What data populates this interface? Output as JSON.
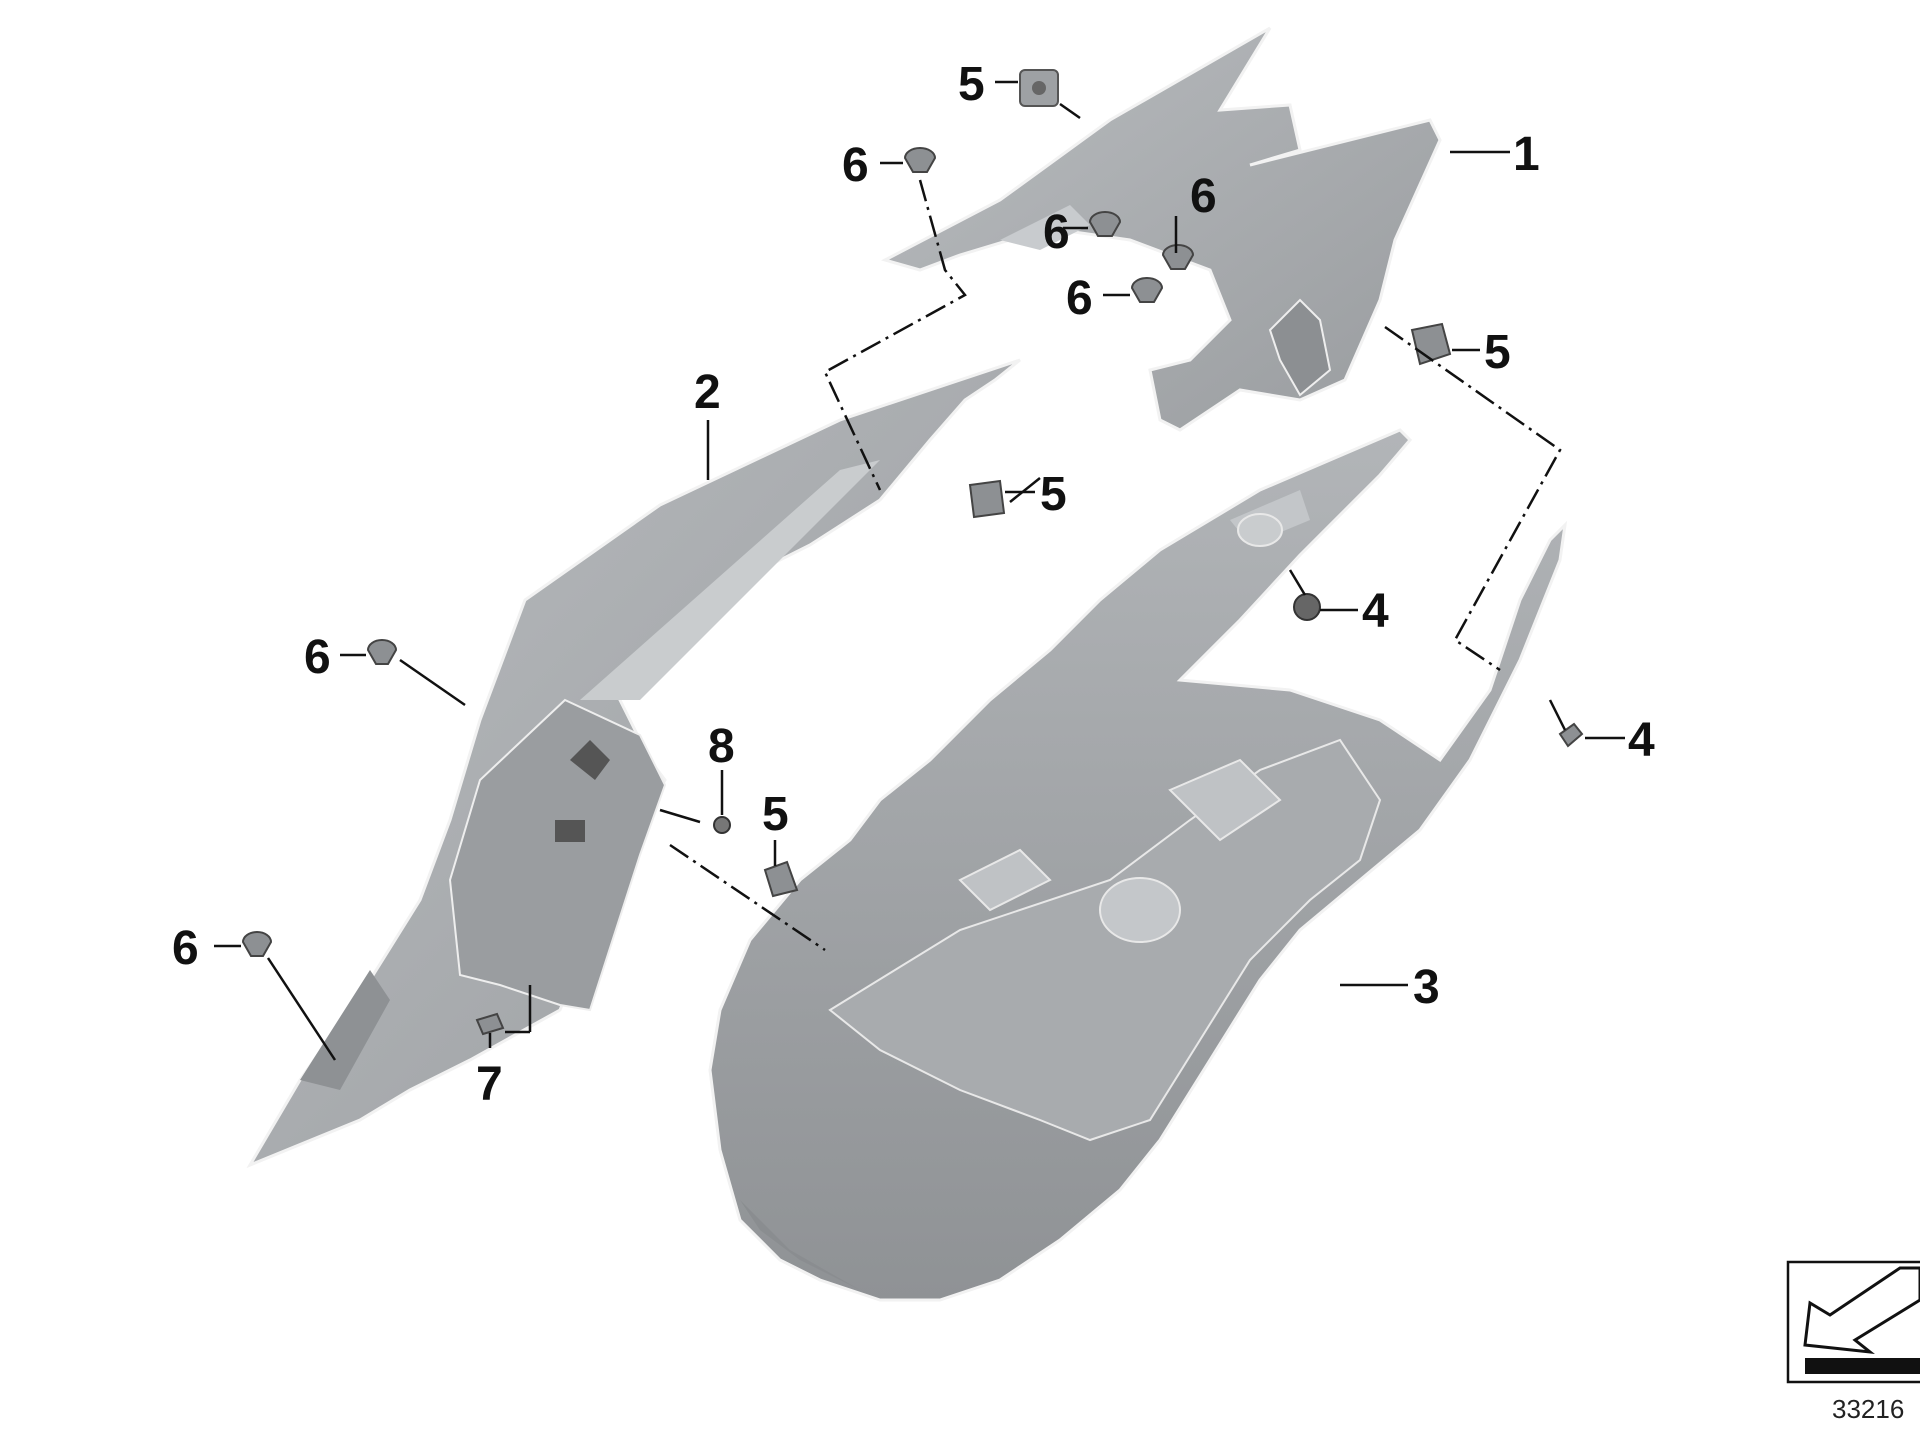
{
  "diagram": {
    "colors": {
      "part_fill": "#a7aaad",
      "part_light": "#c3c6c9",
      "part_dark": "#8a8d90",
      "outline": "#f4f4f4",
      "ink": "#111111"
    },
    "callouts": [
      {
        "id": "c1",
        "label": "1"
      },
      {
        "id": "c2",
        "label": "2"
      },
      {
        "id": "c3",
        "label": "3"
      },
      {
        "id": "c4a",
        "label": "4"
      },
      {
        "id": "c4b",
        "label": "4"
      },
      {
        "id": "c5a",
        "label": "5"
      },
      {
        "id": "c5b",
        "label": "5"
      },
      {
        "id": "c5c",
        "label": "5"
      },
      {
        "id": "c5d",
        "label": "5"
      },
      {
        "id": "c6a",
        "label": "6"
      },
      {
        "id": "c6b",
        "label": "6"
      },
      {
        "id": "c6c",
        "label": "6"
      },
      {
        "id": "c6d",
        "label": "6"
      },
      {
        "id": "c6e",
        "label": "6"
      },
      {
        "id": "c6f",
        "label": "6"
      },
      {
        "id": "c7",
        "label": "7"
      },
      {
        "id": "c8",
        "label": "8"
      }
    ],
    "reference_number": "33216",
    "direction_icon": "front-arrow-icon"
  }
}
